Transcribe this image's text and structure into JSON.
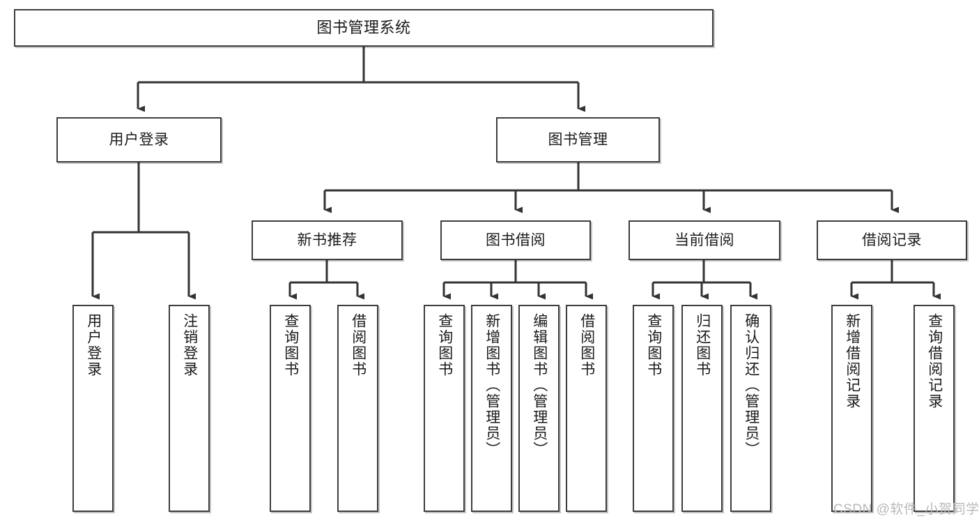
{
  "diagram": {
    "type": "tree-hierarchy-chart",
    "title": "图书管理系统",
    "watermark": "CSDN @软件_小贺同学",
    "colors": {
      "box_border": "#3d3d3d",
      "box_fill": "#ffffff",
      "connector": "#333333",
      "text": "#1a1a1a",
      "watermark": "#b9b9b9",
      "background": "#ffffff"
    },
    "nodes": {
      "root": {
        "label": "图书管理系统"
      },
      "level2": [
        {
          "label": "用户登录"
        },
        {
          "label": "图书管理"
        }
      ],
      "level3": [
        {
          "label": "新书推荐"
        },
        {
          "label": "图书借阅"
        },
        {
          "label": "当前借阅"
        },
        {
          "label": "借阅记录"
        }
      ],
      "leaves": {
        "user_login": [
          {
            "label": "用户登录"
          },
          {
            "label": "注销登录"
          }
        ],
        "new_book_recommend": [
          {
            "label": "查询图书"
          },
          {
            "label": "借阅图书"
          }
        ],
        "book_borrow": [
          {
            "label": "查询图书"
          },
          {
            "label": "新增图书（管理员）"
          },
          {
            "label": "编辑图书（管理员）"
          },
          {
            "label": "借阅图书"
          }
        ],
        "current_borrow": [
          {
            "label": "查询图书"
          },
          {
            "label": "归还图书"
          },
          {
            "label": "确认归还（管理员）"
          }
        ],
        "borrow_record": [
          {
            "label": "新增借阅记录"
          },
          {
            "label": "查询借阅记录"
          }
        ]
      }
    }
  }
}
